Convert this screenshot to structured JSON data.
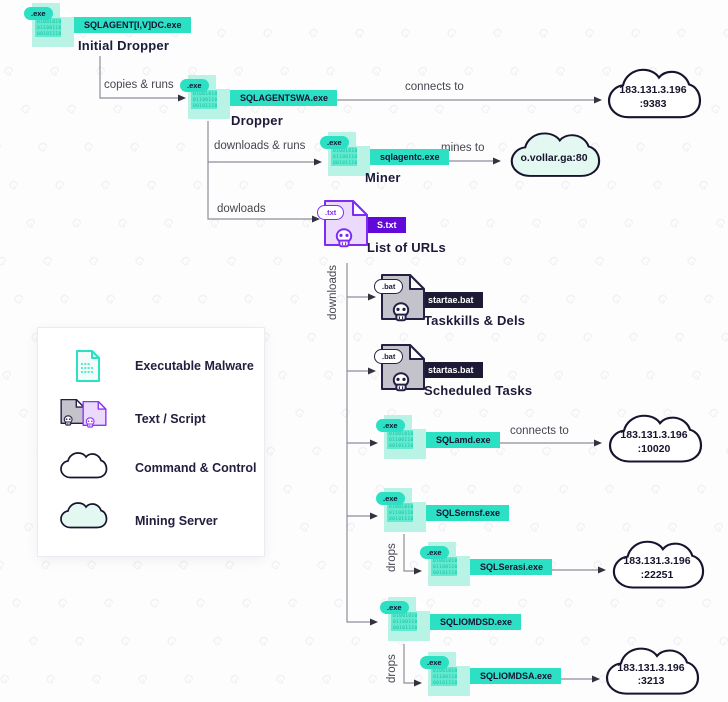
{
  "background": {
    "watermark_glyph": "G"
  },
  "colors": {
    "accent_teal": "#2BE0C3",
    "light_teal_file": "#B9F3E6",
    "navy": "#1D1A36",
    "purple_outline": "#7D2DF2",
    "light_purple_file": "#EBDAFB",
    "purple_tag": "#6209DA",
    "gray_file": "#C4C3CB",
    "cloud_outline": "#17142E",
    "mining_cloud_fill": "#E2F8F1"
  },
  "binary": "01001010\n01100110\n00101110",
  "nodes": {
    "initial_dropper": {
      "badge": ".exe",
      "file_label": "SQLAGENT[I,V]DC.exe",
      "title": "Initial Dropper"
    },
    "dropper": {
      "badge": ".exe",
      "file_label": "SQLAGENTSWA.exe",
      "title": "Dropper"
    },
    "miner": {
      "badge": ".exe",
      "file_label": "sqlagentc.exe",
      "title": "Miner"
    },
    "url_list": {
      "badge": ".txt",
      "file_label": "S.txt",
      "title": "List of URLs"
    },
    "taskkills": {
      "badge": ".bat",
      "file_label": "startae.bat",
      "title": "Taskkills & Dels"
    },
    "scheduled": {
      "badge": ".bat",
      "file_label": "startas.bat",
      "title": "Scheduled Tasks"
    },
    "sqlamd": {
      "badge": ".exe",
      "file_label": "SQLamd.exe"
    },
    "sqlsernsf": {
      "badge": ".exe",
      "file_label": "SQLSernsf.exe"
    },
    "sqlserasi": {
      "badge": ".exe",
      "file_label": "SQLSerasi.exe"
    },
    "sqliomdsd": {
      "badge": ".exe",
      "file_label": "SQLIOMDSD.exe"
    },
    "sqliomdsa": {
      "badge": ".exe",
      "file_label": "SQLIOMDSA.exe"
    }
  },
  "clouds": {
    "c2_9383": {
      "line1": "183.131.3.196",
      "line2": ":9383"
    },
    "mining": {
      "line1": "o.vollar.ga:80",
      "line2": ""
    },
    "c2_10020": {
      "line1": "183.131.3.196",
      "line2": ":10020"
    },
    "c2_22251": {
      "line1": "183.131.3.196",
      "line2": ":22251"
    },
    "c2_3213": {
      "line1": "183.131.3.196",
      "line2": ":3213"
    }
  },
  "edges": {
    "copies_runs": "copies & runs",
    "connects_to_top": "connects to",
    "downloads_runs": "downloads & runs",
    "mines_to": "mines to",
    "dowloads": "dowloads",
    "downloads_vertical": "downloads",
    "connects_to_mid": "connects to",
    "drops_upper": "drops",
    "drops_lower": "drops"
  },
  "legend": {
    "items": [
      {
        "label": "Executable Malware"
      },
      {
        "label": "Text / Script"
      },
      {
        "label": "Command & Control"
      },
      {
        "label": "Mining Server"
      }
    ]
  }
}
